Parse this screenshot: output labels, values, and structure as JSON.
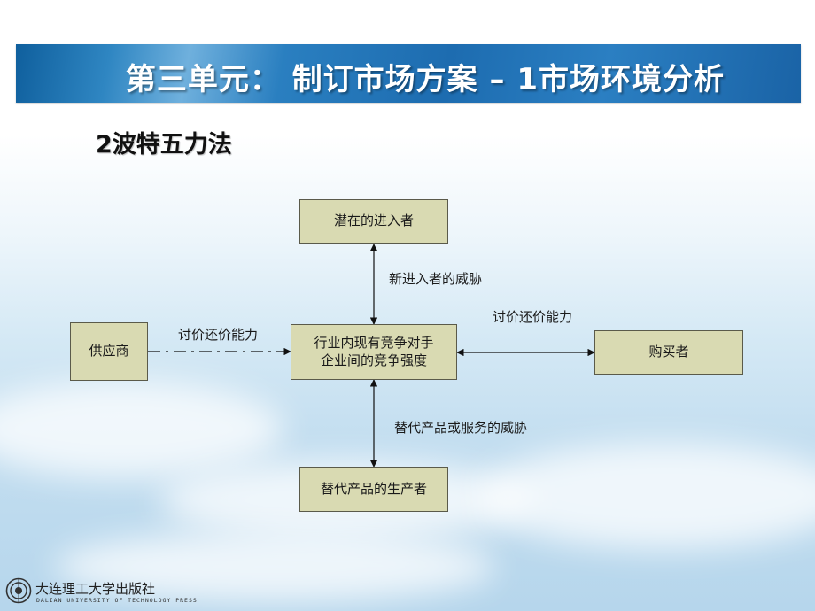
{
  "header": {
    "title": "第三单元： 制订市场方案 – 1市场环境分析"
  },
  "section": {
    "heading": "2波特五力法"
  },
  "diagram": {
    "nodes": {
      "entrants": "潜在的进入者",
      "suppliers": "供应商",
      "rivalry_line1": "行业内现有竞争对手",
      "rivalry_line2": "企业间的竞争强度",
      "buyers": "购买者",
      "substitutes": "替代产品的生产者"
    },
    "edges": {
      "entry_threat": "新进入者的威胁",
      "supplier_power": "讨价还价能力",
      "buyer_power": "讨价还价能力",
      "substitute_threat": "替代产品或服务的威胁"
    }
  },
  "footer": {
    "publisher": "大连理工大学出版社",
    "publisher_en": "DALIAN UNIVERSITY OF TECHNOLOGY PRESS"
  },
  "colors": {
    "title_bar": "#1d6cb0",
    "node_fill": "#d9dab2",
    "node_border": "#5a5a4a"
  }
}
